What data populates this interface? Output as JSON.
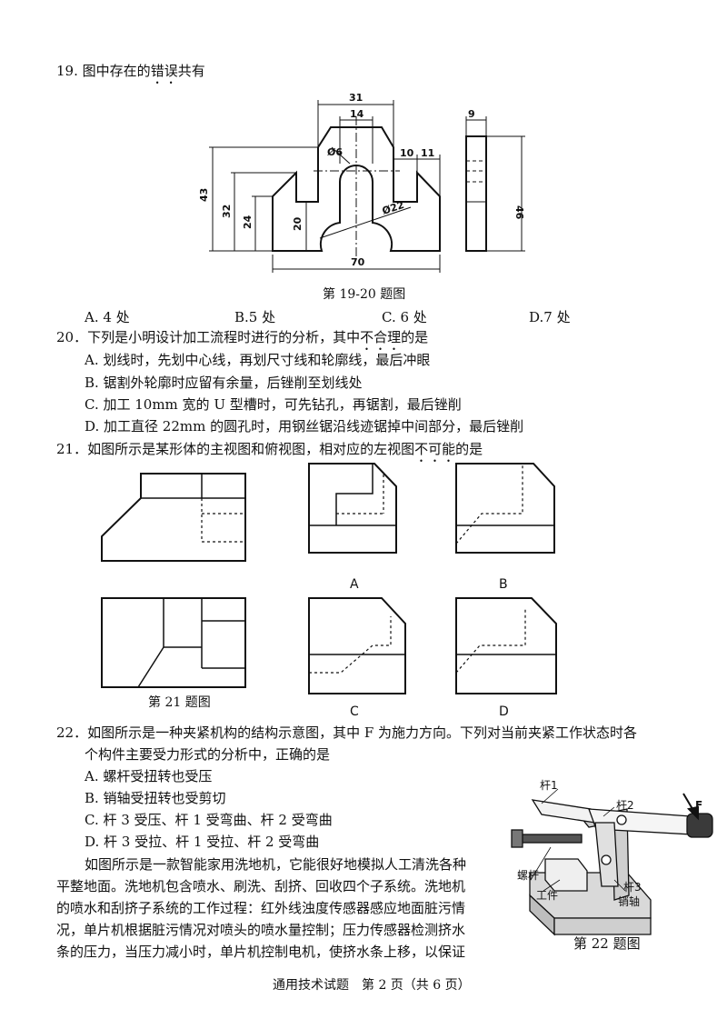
{
  "q19": {
    "number": "19.",
    "stem_a": "图中",
    "stem_b": "存在",
    "stem_c": "的",
    "stem_d": "错误",
    "stem_e": "共有",
    "figure_caption": "第 19-20 题图",
    "dims": {
      "d31": "31",
      "d14": "14",
      "d6": "Ø6",
      "d10": "10",
      "d11": "11",
      "d43": "43",
      "d32": "32",
      "d24": "24",
      "d20": "20",
      "d22": "Ø22",
      "d70": "70",
      "d9": "9",
      "d46": "46"
    },
    "options": {
      "a": "A. 4 处",
      "b": "B.5 处",
      "c": "C. 6 处",
      "d": "D.7 处"
    }
  },
  "q20": {
    "stem_a": "20．下列是小明设计加工流程时进行的分析，其中",
    "stem_emph": "不合理",
    "stem_b": "的是",
    "a": "A. 划线时，先划中心线，再划尺寸线和轮廓线，最后冲眼",
    "b": "B. 锯割外轮廓时应留有余量，后锉削至划线处",
    "c": "C. 加工 10mm 宽的 U 型槽时，可先钻孔，再锯割，最后锉削",
    "d": "D. 加工直径 22mm 的圆孔时，用钢丝锯沿线迹锯掉中间部分，最后锉削"
  },
  "q21": {
    "stem_a": "21．如图所示是某形体的主视图和俯视图，相对应的左视图",
    "stem_emph": "不可能",
    "stem_b": "的是",
    "caption": "第 21 题图",
    "labels": {
      "a": "A",
      "b": "B",
      "c": "C",
      "d": "D"
    }
  },
  "q22": {
    "stem_line1": "22．如图所示是一种夹紧机构的结构示意图，其中 F 为施力方向。下列对当前夹紧工作状态时各",
    "stem_line2": "个构件主要受力形式的分析中，正确的是",
    "a": "A. 螺杆受扭转也受压",
    "b": "B. 销轴受扭转也受剪切",
    "c": "C. 杆 3 受压、杆 1 受弯曲、杆 2 受弯曲",
    "d": "D. 杆 3 受拉、杆 1 受拉、杆 2 受弯曲",
    "figure_caption": "第 22 题图",
    "labels": {
      "rod1": "杆1",
      "rod2": "杆2",
      "rod3": "杆3",
      "force": "F",
      "screw": "螺杆",
      "work": "工件",
      "pin": "销轴"
    }
  },
  "passage": {
    "line1": "如图所示是一款智能家用洗地机，它能很好地模拟人工清洗各种",
    "line2": "平整地面。洗地机包含喷水、刷洗、刮挤、回收四个子系统。洗地机",
    "line3": "的喷水和刮挤子系统的工作过程：红外线浊度传感器感应地面脏污情",
    "line4": "况，单片机根据脏污情况对喷头的喷水量控制；压力传感器检测挤水",
    "line5": "条的压力，当压力减小时，单片机控制电机，使挤水条上移，以保证"
  },
  "footer": "通用技术试题　第 2 页（共 6 页）"
}
